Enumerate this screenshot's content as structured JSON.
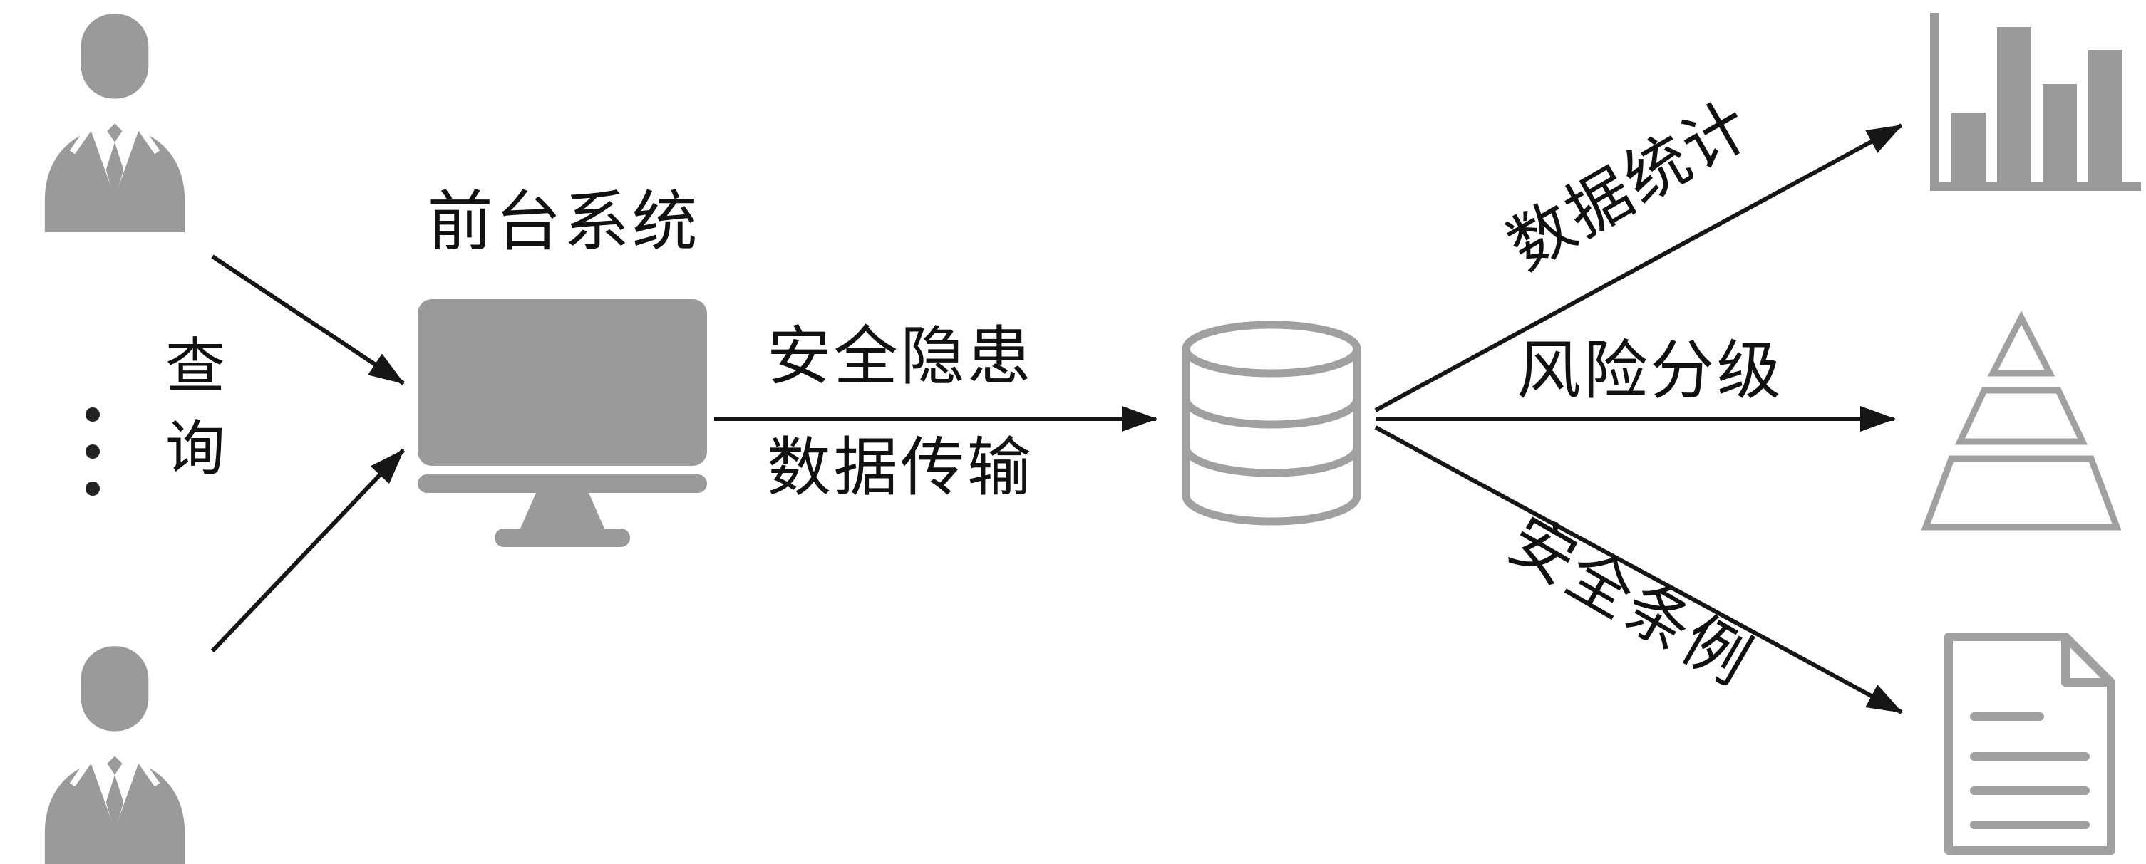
{
  "diagram": {
    "background": "#ffffff",
    "colors": {
      "icon_gray": "#9a9a9a",
      "outline_gray": "#a0a0a0",
      "arrow_black": "#161616",
      "text_black": "#111111"
    },
    "query": {
      "char1": "查",
      "char2": "询"
    },
    "frontend": {
      "label": "前台系统",
      "icon": "monitor-icon"
    },
    "transfer": {
      "line1": "安全隐患",
      "line2": "数据传输"
    },
    "storage": {
      "icon": "database-icon"
    },
    "users": {
      "top_icon": "user-icon",
      "bottom_icon": "user-icon",
      "more_indicator_icon": "vertical-ellipsis-icon"
    },
    "outputs": {
      "statistics": {
        "label": "数据统计",
        "icon": "bar-chart-icon"
      },
      "risk": {
        "label": "风险分级",
        "icon": "pyramid-icon"
      },
      "rules": {
        "label": "安全条例",
        "icon": "document-icon"
      }
    }
  }
}
